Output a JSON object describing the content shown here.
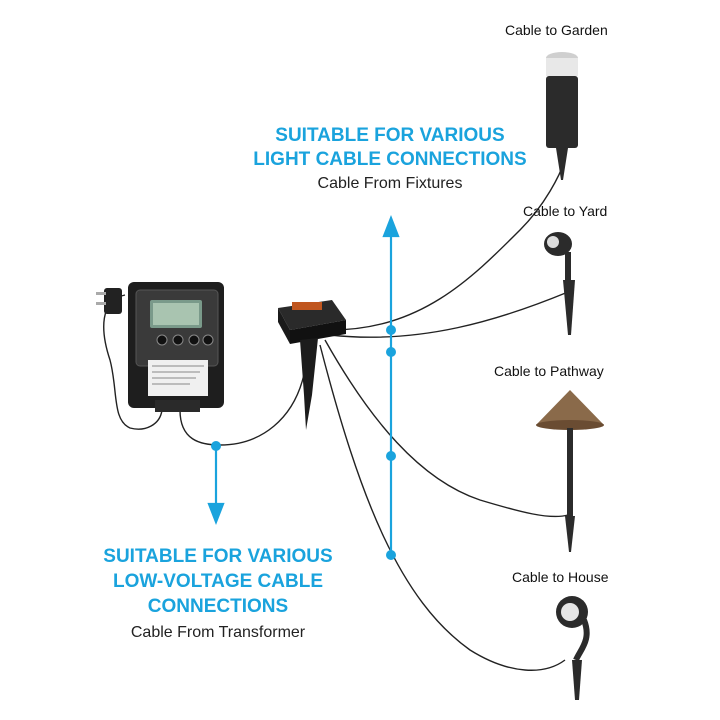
{
  "top_callout": {
    "heading_line1": "SUITABLE FOR VARIOUS",
    "heading_line2": "LIGHT CABLE CONNECTIONS",
    "sub": "Cable From Fixtures"
  },
  "bottom_callout": {
    "heading_line1": "SUITABLE FOR VARIOUS",
    "heading_line2": "LOW-VOLTAGE CABLE",
    "heading_line3": "CONNECTIONS",
    "sub": "Cable From Transformer"
  },
  "fixtures": [
    {
      "label": "Cable to Garden"
    },
    {
      "label": "Cable to Yard"
    },
    {
      "label": "Cable to Pathway"
    },
    {
      "label": "Cable to House"
    }
  ],
  "colors": {
    "accent": "#1aa3dd",
    "cable": "#222222",
    "fixture_dark": "#2b2b2b",
    "pathway_shade": "#8a6a4a"
  }
}
